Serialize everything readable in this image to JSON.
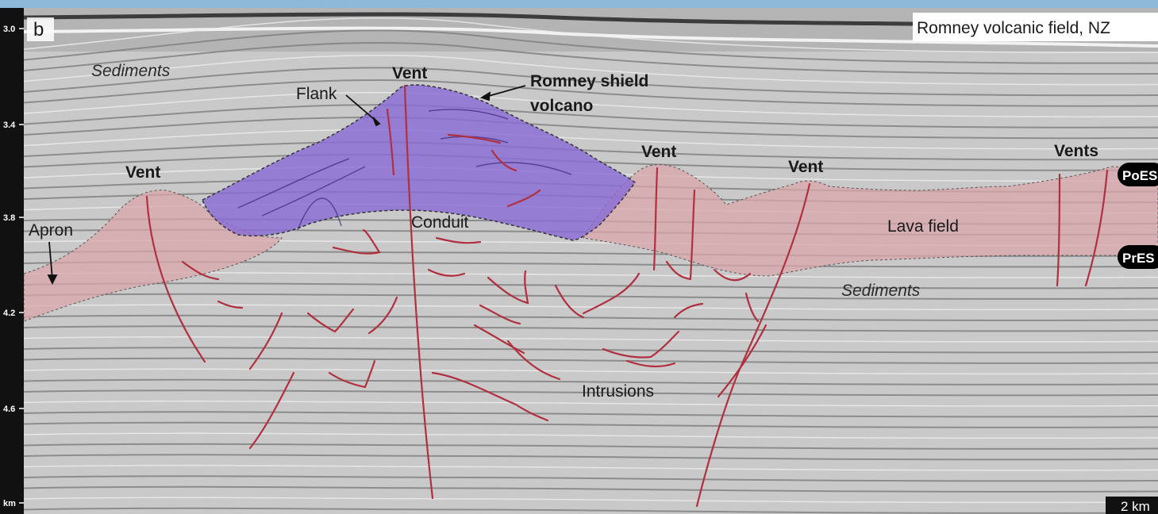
{
  "panel": {
    "label": "b",
    "title": "Romney volcanic field, NZ"
  },
  "labels": {
    "sediments_upper": "Sediments",
    "sediments_lower": "Sediments",
    "vent_shield": "Vent",
    "vent_left": "Vent",
    "vent_mid": "Vent",
    "vent_right": "Vent",
    "vents": "Vents",
    "shield_volcano": [
      "Romney shield",
      "volcano"
    ],
    "flank": "Flank",
    "conduit": "Conduit",
    "apron": "Apron",
    "lava_field": "Lava field",
    "intrusions": "Intrusions"
  },
  "horizons": {
    "upper": "PoES",
    "lower": "PrES"
  },
  "depth_axis": {
    "unit": "km",
    "ticks": [
      "3.0",
      "3.4",
      "3.8",
      "4.2",
      "4.6"
    ]
  },
  "scale_bar": {
    "label": "2 km"
  },
  "colors": {
    "background": "#c9c9c9",
    "reflector": "#7e7e7e",
    "shield_fill": "#8a6cd6",
    "lava_fill": "#d9a6ab",
    "intrusion_line": "#b0303f",
    "axis_bg": "#111111",
    "border": "#8fb9d9"
  }
}
